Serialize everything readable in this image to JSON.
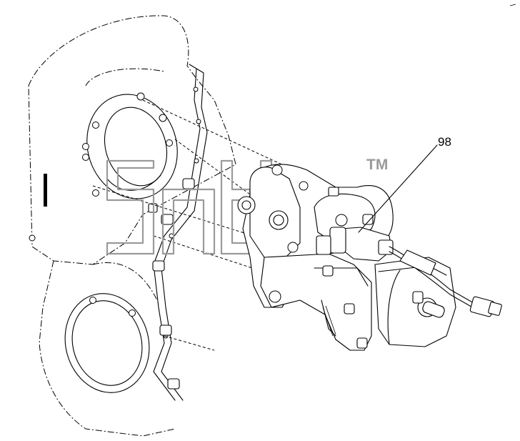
{
  "callouts": [
    {
      "id": "98",
      "text": "98"
    }
  ],
  "watermark": {
    "mark": "TM"
  }
}
